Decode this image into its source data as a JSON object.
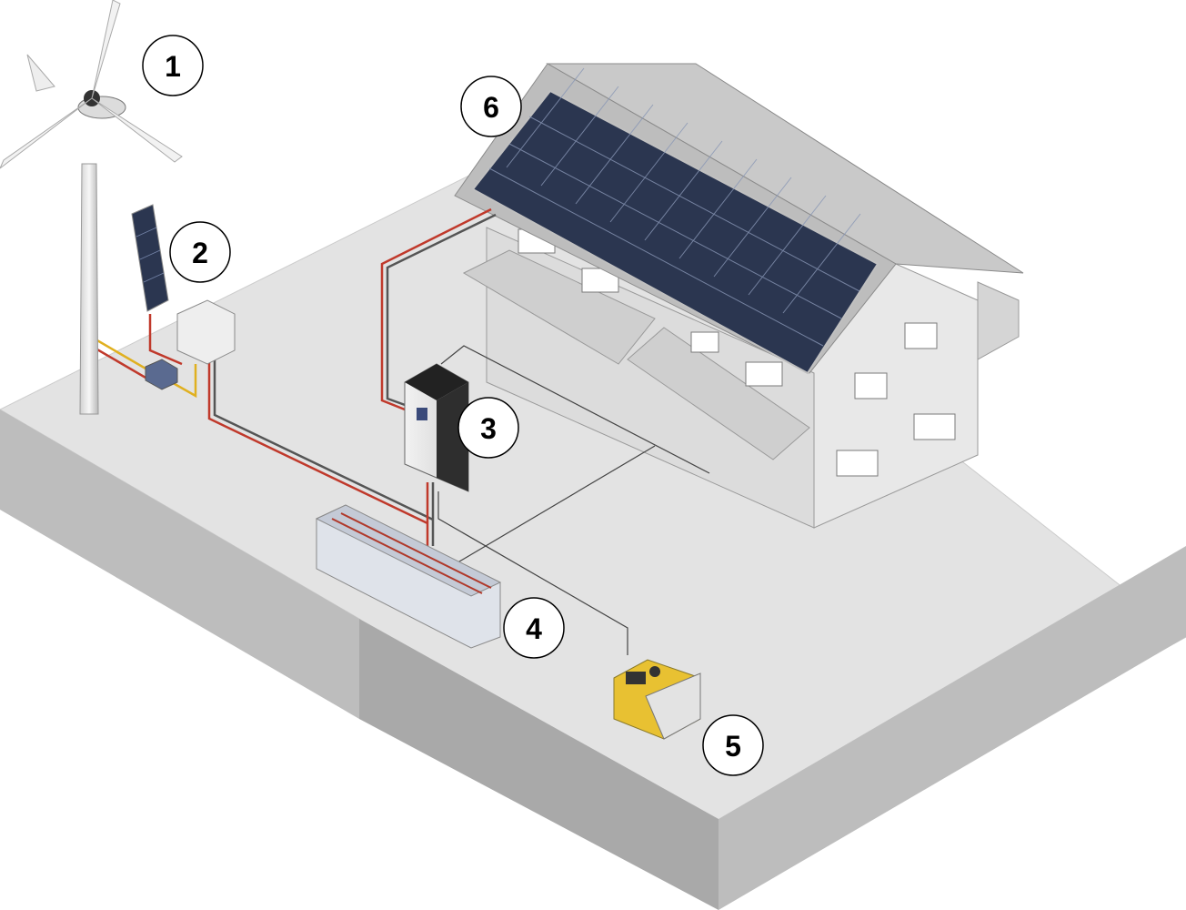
{
  "callouts": [
    {
      "id": "wind-turbine",
      "label": "1"
    },
    {
      "id": "solar-panel-small",
      "label": "2"
    },
    {
      "id": "inverter",
      "label": "3"
    },
    {
      "id": "battery-bank",
      "label": "4"
    },
    {
      "id": "generator",
      "label": "5"
    },
    {
      "id": "roof-solar-array",
      "label": "6"
    }
  ],
  "colors": {
    "ground_top": "#e3e3e3",
    "ground_front": "#a9a9a9",
    "ground_side": "#bdbdbd",
    "wall": "#e8e8e8",
    "roof": "#c9c9c9",
    "solar_cell": "#2b3650",
    "wire_red": "#c0392b",
    "wire_yellow": "#e0b020",
    "wire_black": "#333333",
    "generator": "#e8c132"
  }
}
